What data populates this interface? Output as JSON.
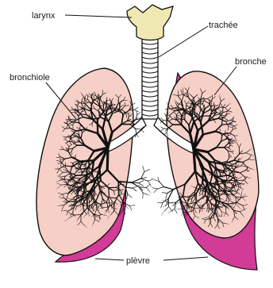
{
  "labels": {
    "larynx": "larynx",
    "trachea": "trachée",
    "bronchiole": "bronchiole",
    "bronchus": "bronche",
    "pleura": "plèvre"
  },
  "colors": {
    "lung_fill": "#f6cfc6",
    "pleura": "#d23b96",
    "larynx": "#efe8b2",
    "airways": "#111111"
  }
}
